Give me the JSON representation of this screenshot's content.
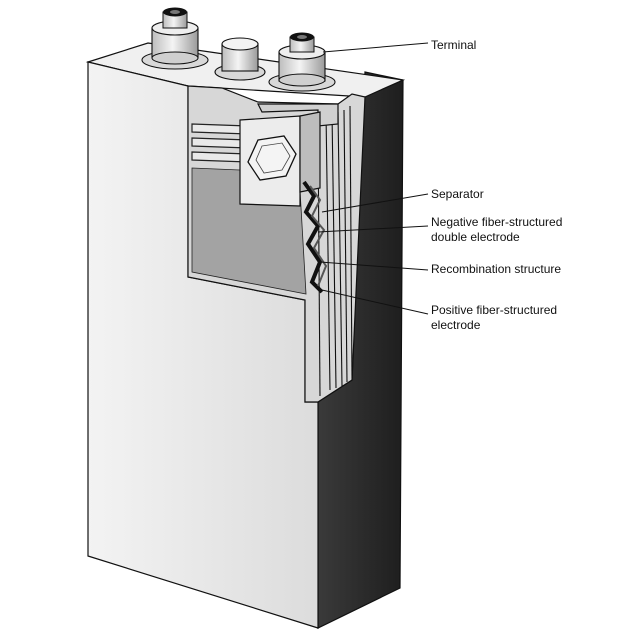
{
  "labels": {
    "terminal": "Terminal",
    "separator": "Separator",
    "negative_line1": "Negative fiber-structured",
    "negative_line2": "double electrode",
    "recombination": "Recombination structure",
    "positive_line1": "Positive fiber-structured",
    "positive_line2": "electrode"
  },
  "colors": {
    "front_face": "#e6e6e6",
    "right_face": "#2b2b2b",
    "top_face": "#f1f1f1",
    "cutaway_fill": "#9c9c9c",
    "outline": "#1a1a1a"
  }
}
